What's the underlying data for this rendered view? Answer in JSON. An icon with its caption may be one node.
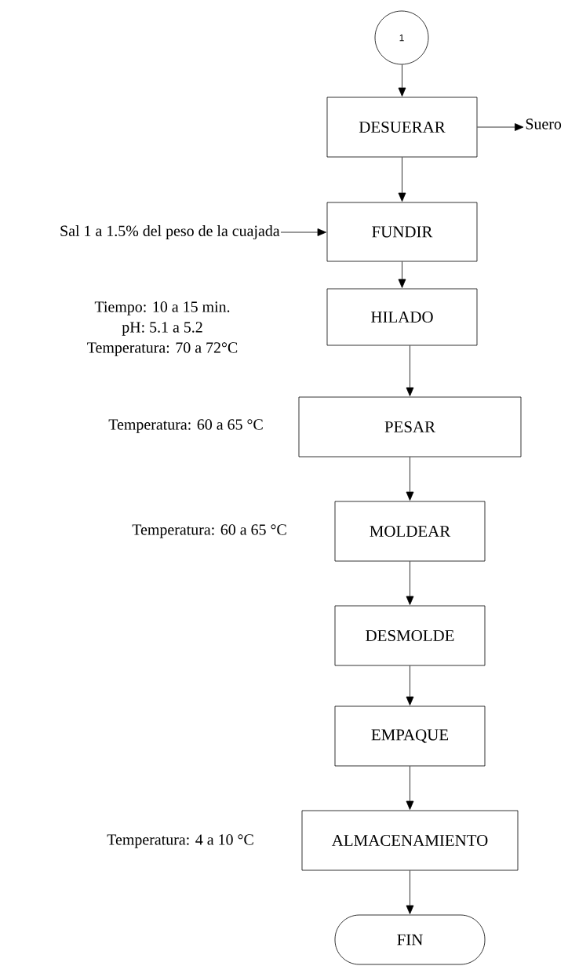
{
  "diagram": {
    "nodes": [
      {
        "text": [
          "1"
        ]
      },
      {
        "text": [
          "DESUERAR"
        ]
      },
      {
        "text": [
          "Suero"
        ]
      },
      {
        "text": [
          "Sal 1 a 1.5% del peso de la cuajada"
        ]
      },
      {
        "text": [
          "FUNDIR"
        ]
      },
      {
        "text": [
          "HILADO"
        ],
        "beside": [
          "Tiempo: 10 a 15 min.",
          "pH: 5.1 a 5.2",
          "Temperatura: 70 a 72°C"
        ]
      },
      {
        "text": [
          "PESAR"
        ],
        "beside": [
          "Temperatura: 60 a 65 °C"
        ]
      },
      {
        "text": [
          "MOLDEAR"
        ],
        "beside": [
          "Temperatura: 60 a 65 °C"
        ]
      },
      {
        "text": [
          "DESMOLDE"
        ]
      },
      {
        "text": [
          "EMPAQUE"
        ]
      },
      {
        "text": [
          "ALMACENAMIENTO"
        ],
        "beside": [
          "Temperatura: 4 a 10 °C"
        ]
      },
      {
        "text": [
          "FIN"
        ]
      }
    ],
    "edges": [
      {
        "from": 0,
        "to": 1,
        "arrow": "to"
      },
      {
        "from": 1,
        "to": 2,
        "arrow": "to"
      },
      {
        "from": 1,
        "to": 4,
        "arrow": "to"
      },
      {
        "from": 3,
        "to": 4,
        "arrow": "to"
      },
      {
        "from": 4,
        "to": 5,
        "arrow": "to"
      },
      {
        "from": 5,
        "to": 6,
        "arrow": "to"
      },
      {
        "from": 6,
        "to": 7,
        "arrow": "to"
      },
      {
        "from": 7,
        "to": 8,
        "arrow": "to"
      },
      {
        "from": 8,
        "to": 9,
        "arrow": "to"
      },
      {
        "from": 9,
        "to": 10,
        "arrow": "to"
      },
      {
        "from": 10,
        "to": 11,
        "arrow": "to"
      }
    ]
  }
}
